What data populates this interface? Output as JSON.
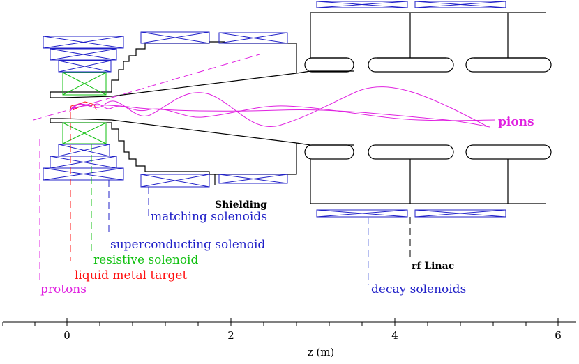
{
  "labels": {
    "pions": "pions",
    "shielding": "Shielding",
    "matching": "matching solenoids",
    "superconducting": "superconducting solenoid",
    "resistive": "resistive solenoid",
    "target": "liquid metal target",
    "protons": "protons",
    "rf_linac": "rf Linac",
    "decay": "decay solenoids"
  },
  "axis": {
    "title": "z (m)",
    "ticks": [
      "0",
      "2",
      "4",
      "6"
    ]
  },
  "colors": {
    "coil": "#2020c8",
    "resistive": "#10c010",
    "target": "#ff1010",
    "pions": "#e020e0",
    "protons": "#e020e0",
    "structure": "#000000",
    "decay_leader": "#6f7fe0"
  }
}
